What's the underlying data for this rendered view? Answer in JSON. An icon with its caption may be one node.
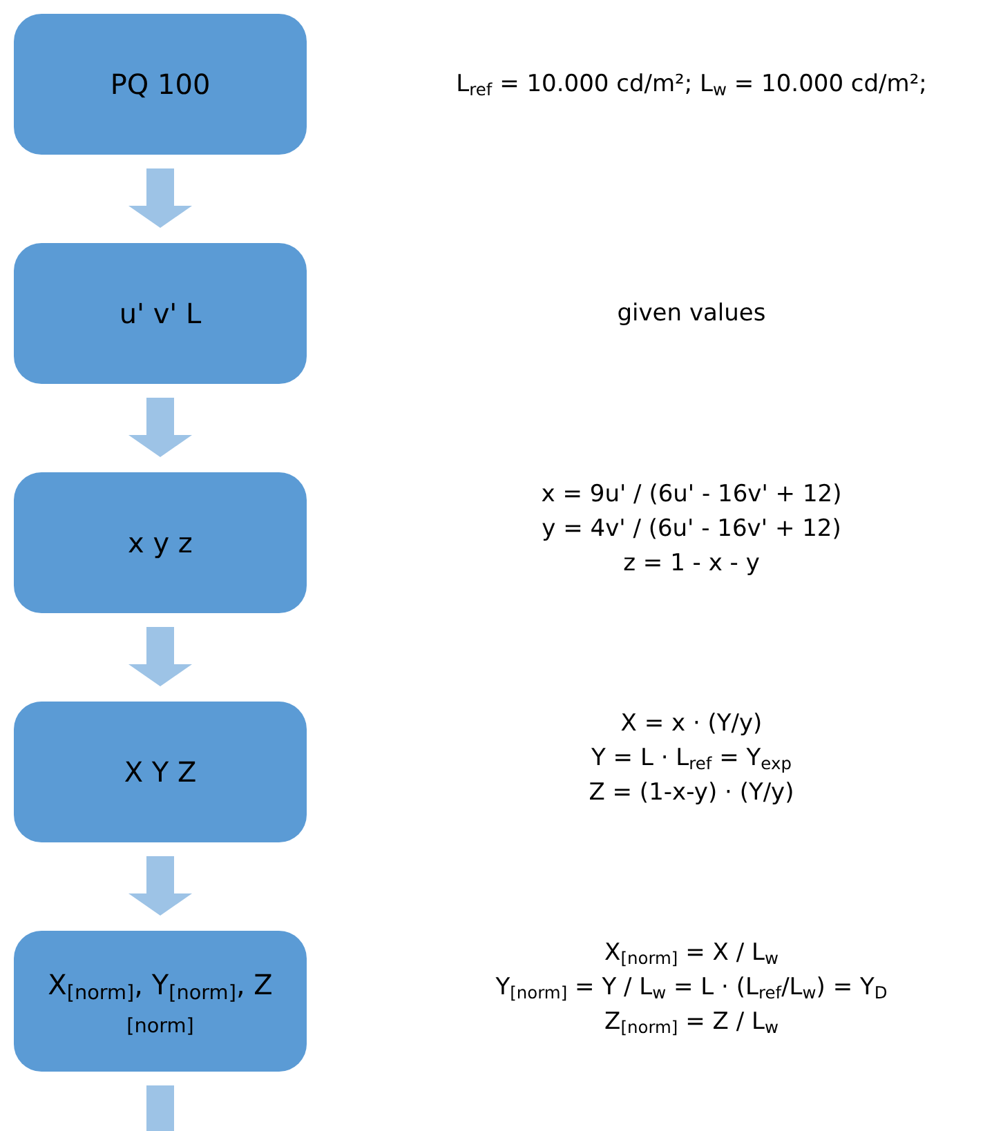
{
  "diagram": {
    "nodes": [
      {
        "text": [
          "PQ 100"
        ]
      },
      {
        "text": [
          "u' v' L"
        ]
      },
      {
        "text": [
          "x y z"
        ]
      },
      {
        "text": [
          "X Y Z"
        ]
      },
      {
        "text": [
          "X$_{[norm]}$, Y$_{[norm]}$, Z $_{[norm]}$"
        ]
      }
    ],
    "edges": [
      {
        "from": 0,
        "to": 1,
        "arrow": "to"
      },
      {
        "from": 1,
        "to": 2,
        "arrow": "to"
      },
      {
        "from": 2,
        "to": 3,
        "arrow": "to"
      },
      {
        "from": 3,
        "to": 4,
        "arrow": "to"
      },
      {
        "from": 4,
        "to": null,
        "arrow": "to"
      }
    ],
    "labels": [
      "L$_{ref}$ = 10.000 cd/m²; L$_{w}$ = 10.000 cd/m²;",
      "given values",
      "x = 9u' / (6u' - 16v' + 12)",
      "y = 4v' / (6u' - 16v' + 12)",
      "z = 1 - x - y",
      "X = x · (Y/y)",
      "Y = L · L$_{ref}$ = Y$_{exp}$",
      "Z = (1-x-y) · (Y/y)",
      "X$_{[norm]}$ = X / L$_{w}$",
      "Y$_{[norm]}$ = Y / L$_{w}$ = L · (L$_{ref}$/L$_{w}$) = Y$_{D}$",
      "Z$_{[norm]}$ = Z / L$_{w}$"
    ]
  }
}
